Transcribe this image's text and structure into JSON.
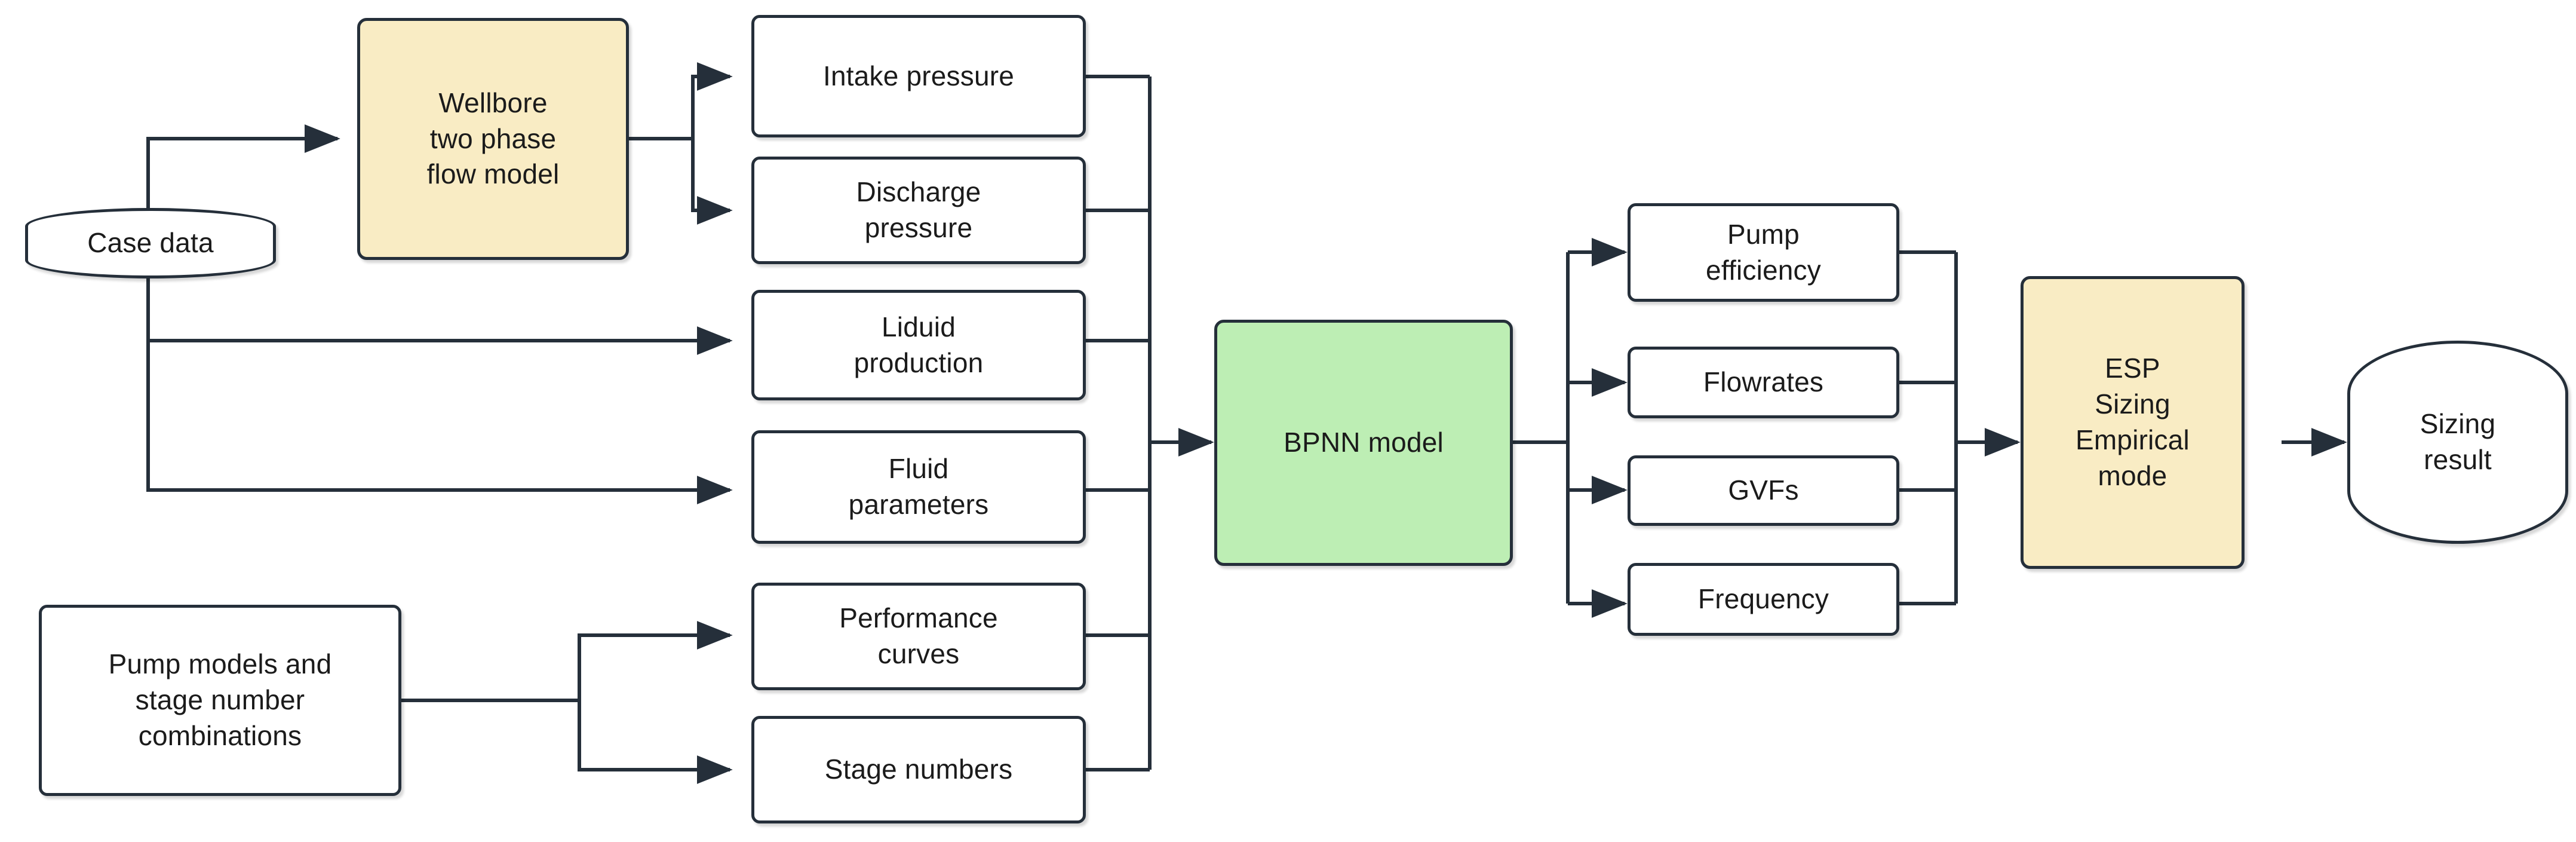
{
  "diagram": {
    "title": "ESP sizing workflow flowchart",
    "colors": {
      "stroke": "#252f3a",
      "fill_default": "#ffffff",
      "fill_model": "#f9ecc4",
      "fill_network": "#bdeeb4",
      "text": "#1b1b1b",
      "background": "#ffffff"
    }
  },
  "nodes": {
    "case_data": {
      "label": "Case data",
      "shape": "terminal",
      "fill": "white"
    },
    "wellbore_model": {
      "label": "Wellbore\ntwo phase\nflow model",
      "shape": "process",
      "fill": "yellow"
    },
    "intake_pressure": {
      "label": "Intake pressure",
      "shape": "rounded",
      "fill": "white"
    },
    "discharge_pressure": {
      "label": "Discharge\npressure",
      "shape": "rounded",
      "fill": "white"
    },
    "liduid_production": {
      "label": "Liduid\nproduction",
      "shape": "rounded",
      "fill": "white"
    },
    "fluid_parameters": {
      "label": "Fluid\nparameters",
      "shape": "rounded",
      "fill": "white"
    },
    "pump_models": {
      "label": "Pump models and\nstage number\ncombinations",
      "shape": "rounded",
      "fill": "white"
    },
    "performance_curves": {
      "label": "Performance\ncurves",
      "shape": "rounded",
      "fill": "white"
    },
    "stage_numbers": {
      "label": "Stage numbers",
      "shape": "rounded",
      "fill": "white"
    },
    "bpnn_model": {
      "label": "BPNN model",
      "shape": "process",
      "fill": "green"
    },
    "pump_efficiency": {
      "label": "Pump\nefficiency",
      "shape": "rounded",
      "fill": "white"
    },
    "flowrates": {
      "label": "Flowrates",
      "shape": "rounded",
      "fill": "white"
    },
    "gvfs": {
      "label": "GVFs",
      "shape": "rounded",
      "fill": "white"
    },
    "frequency": {
      "label": "Frequency",
      "shape": "rounded",
      "fill": "white"
    },
    "esp_sizing": {
      "label": "ESP\nSizing\nEmpirical\nmode",
      "shape": "process",
      "fill": "yellow"
    },
    "sizing_result": {
      "label": "Sizing\nresult",
      "shape": "terminal",
      "fill": "white"
    }
  },
  "edges": [
    {
      "from": "case_data",
      "to": "wellbore_model"
    },
    {
      "from": "case_data",
      "to": "liduid_production"
    },
    {
      "from": "case_data",
      "to": "fluid_parameters"
    },
    {
      "from": "wellbore_model",
      "to": "intake_pressure"
    },
    {
      "from": "wellbore_model",
      "to": "discharge_pressure"
    },
    {
      "from": "pump_models",
      "to": "performance_curves"
    },
    {
      "from": "pump_models",
      "to": "stage_numbers"
    },
    {
      "from": "intake_pressure",
      "to": "bpnn_model"
    },
    {
      "from": "discharge_pressure",
      "to": "bpnn_model"
    },
    {
      "from": "liduid_production",
      "to": "bpnn_model"
    },
    {
      "from": "fluid_parameters",
      "to": "bpnn_model"
    },
    {
      "from": "performance_curves",
      "to": "bpnn_model"
    },
    {
      "from": "stage_numbers",
      "to": "bpnn_model"
    },
    {
      "from": "bpnn_model",
      "to": "pump_efficiency"
    },
    {
      "from": "bpnn_model",
      "to": "flowrates"
    },
    {
      "from": "bpnn_model",
      "to": "gvfs"
    },
    {
      "from": "bpnn_model",
      "to": "frequency"
    },
    {
      "from": "pump_efficiency",
      "to": "esp_sizing"
    },
    {
      "from": "flowrates",
      "to": "esp_sizing"
    },
    {
      "from": "gvfs",
      "to": "esp_sizing"
    },
    {
      "from": "frequency",
      "to": "esp_sizing"
    },
    {
      "from": "esp_sizing",
      "to": "sizing_result"
    }
  ]
}
